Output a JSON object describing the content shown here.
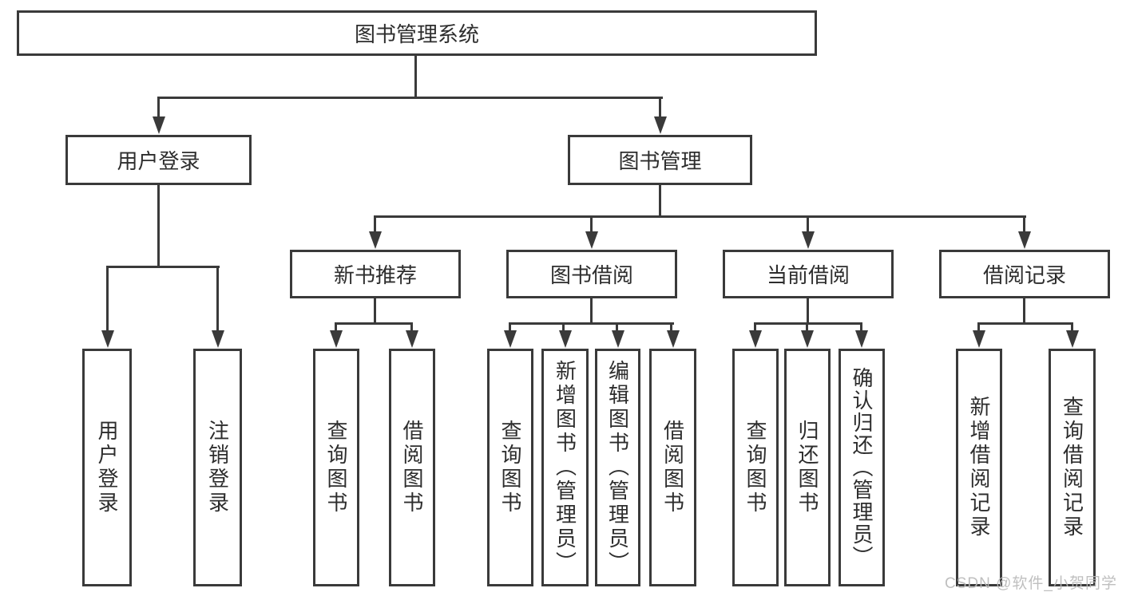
{
  "colors": {
    "line": "#3a3a3a",
    "box_border": "#3a3a3a",
    "text": "#2d2d2d",
    "watermark": "#b9b9b9",
    "background": "#ffffff"
  },
  "watermark": "CSDN @软件_小贺同学",
  "nodes": {
    "root": {
      "label": "图书管理系统"
    },
    "user_login": {
      "label": "用户登录"
    },
    "book_mgmt": {
      "label": "图书管理"
    },
    "new_book_rec": {
      "label": "新书推荐"
    },
    "book_borrow": {
      "label": "图书借阅"
    },
    "current_borrow": {
      "label": "当前借阅"
    },
    "borrow_record": {
      "label": "借阅记录"
    },
    "leaf_user_login": {
      "label": "用户登录"
    },
    "leaf_logout": {
      "label": "注销登录"
    },
    "nb_query_book": {
      "label": "查询图书"
    },
    "nb_borrow_book": {
      "label": "借阅图书"
    },
    "bb_query_book": {
      "label": "查询图书"
    },
    "bb_add_book_admin": {
      "label": "新增图书（管理员）"
    },
    "bb_edit_book_admin": {
      "label": "编辑图书（管理员）"
    },
    "bb_borrow_book": {
      "label": "借阅图书"
    },
    "cb_query_book": {
      "label": "查询图书"
    },
    "cb_return_book": {
      "label": "归还图书"
    },
    "cb_confirm_return_admin": {
      "label": "确认归还（管理员）"
    },
    "br_add_record": {
      "label": "新增借阅记录"
    },
    "br_query_record": {
      "label": "查询借阅记录"
    }
  },
  "structure": {
    "root": [
      "user_login",
      "book_mgmt"
    ],
    "user_login": [
      "leaf_user_login",
      "leaf_logout"
    ],
    "book_mgmt": [
      "new_book_rec",
      "book_borrow",
      "current_borrow",
      "borrow_record"
    ],
    "new_book_rec": [
      "nb_query_book",
      "nb_borrow_book"
    ],
    "book_borrow": [
      "bb_query_book",
      "bb_add_book_admin",
      "bb_edit_book_admin",
      "bb_borrow_book"
    ],
    "current_borrow": [
      "cb_query_book",
      "cb_return_book",
      "cb_confirm_return_admin"
    ],
    "borrow_record": [
      "br_add_record",
      "br_query_record"
    ]
  }
}
